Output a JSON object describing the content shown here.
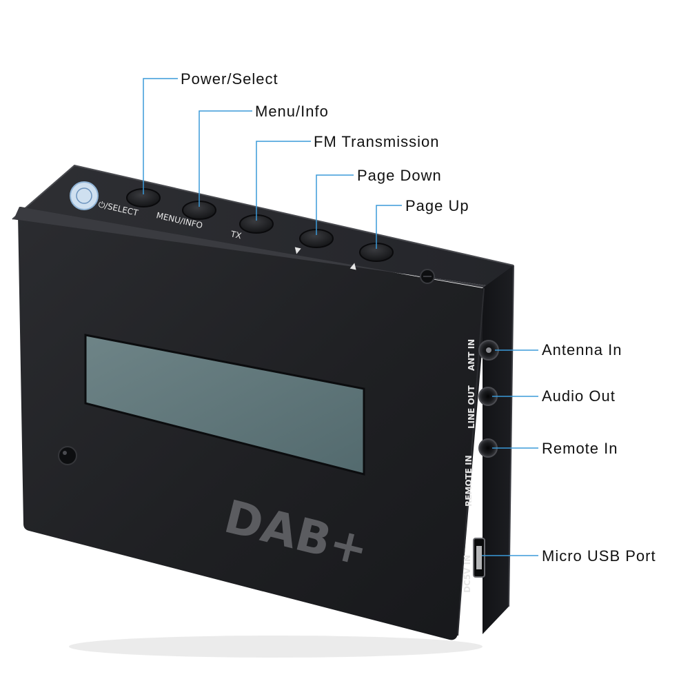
{
  "colors": {
    "callout_line": "#3a9ad9",
    "device_body": "#1e1f21",
    "device_top": "#2a2b2e",
    "device_side": "#15161a",
    "lcd": "#5f7579",
    "print": "#e6e6e6"
  },
  "callouts": {
    "power_select": "Power/Select",
    "menu_info": "Menu/Info",
    "fm_transmission": "FM Transmission",
    "page_down": "Page Down",
    "page_up": "Page Up",
    "antenna_in": "Antenna In",
    "audio_out": "Audio Out",
    "remote_in": "Remote In",
    "micro_usb": "Micro USB Port"
  },
  "device": {
    "logo": "DAB+",
    "top_labels": {
      "power_select": "⏻/SELECT",
      "menu_info": "MENU/INFO",
      "tx": "TX",
      "page_down": "▼",
      "page_up": "▲"
    },
    "side_labels": {
      "ant_in": "ANT IN",
      "line_out": "LINE OUT",
      "remote_in": "REMOTE IN",
      "dc5v_in": "DC5V IN"
    }
  }
}
